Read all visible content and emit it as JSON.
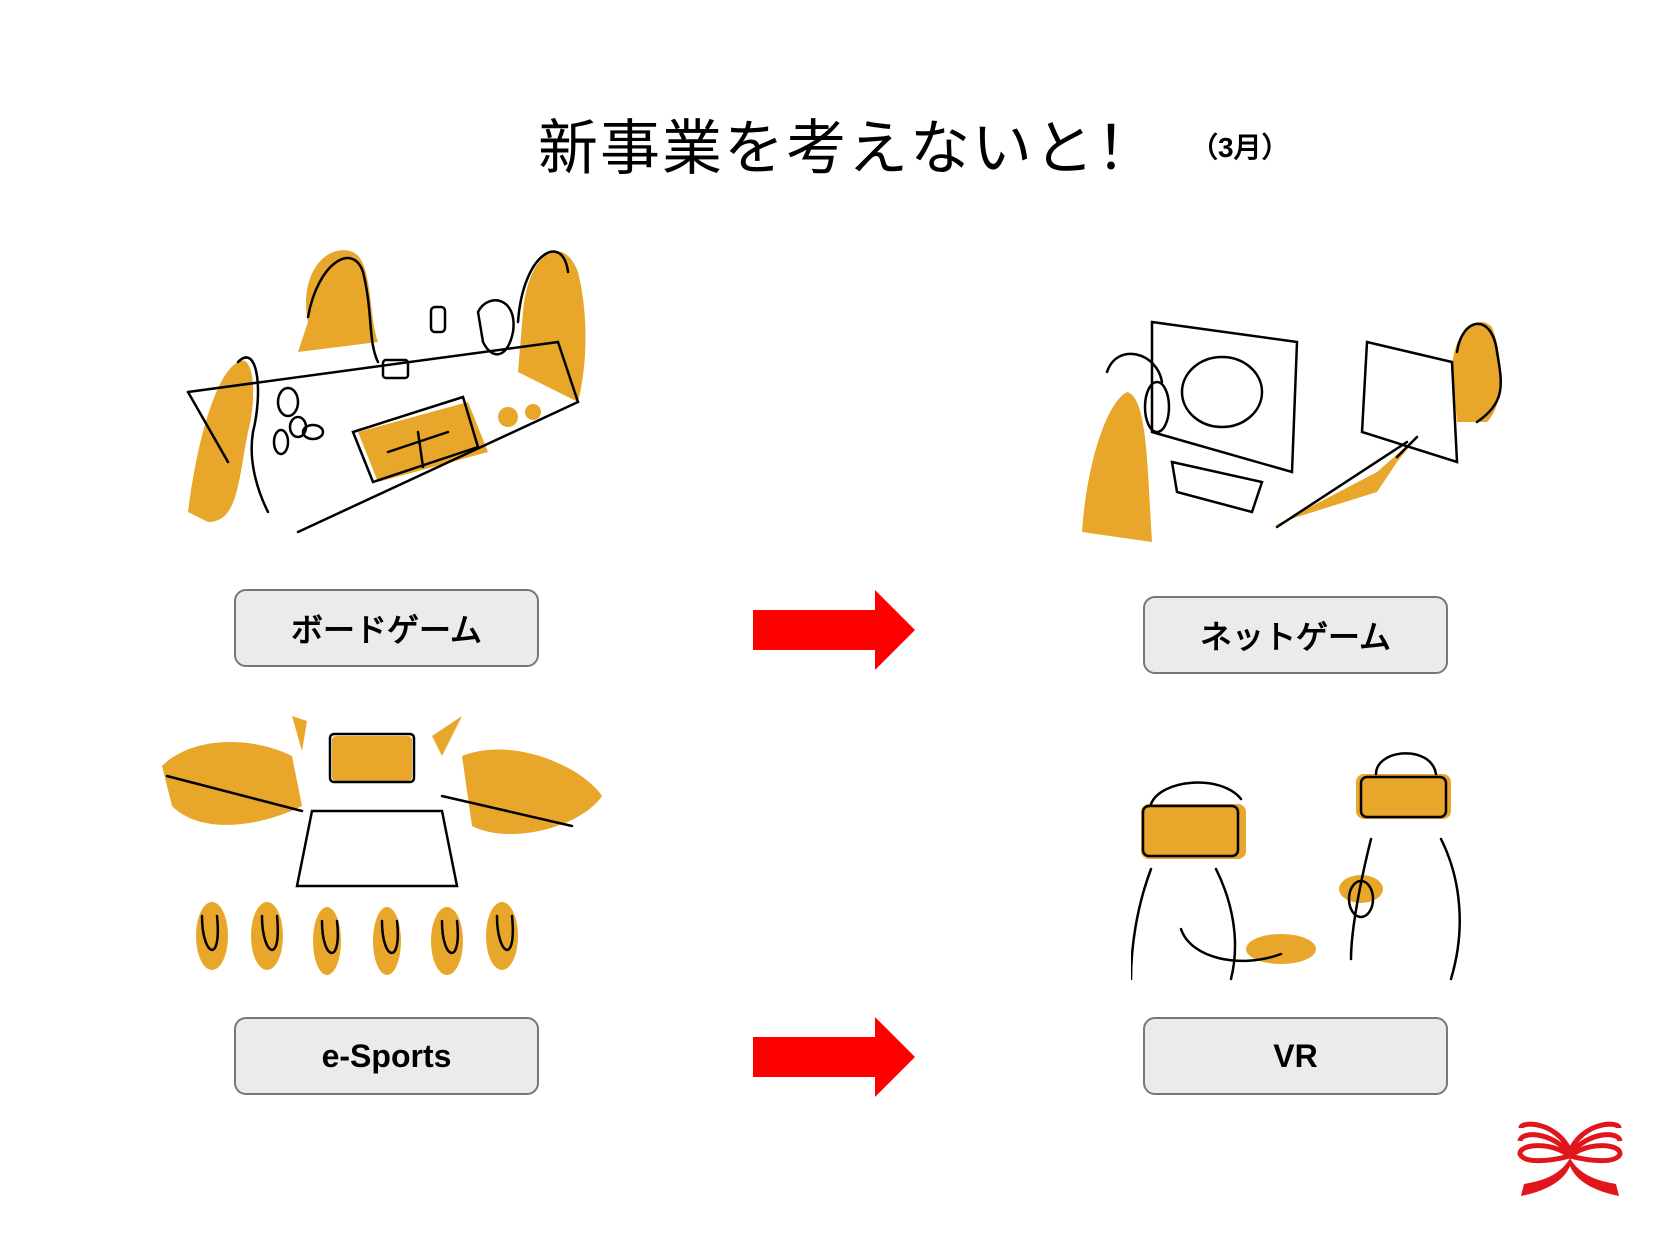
{
  "slide": {
    "title": "新事業を考えないと！",
    "month": "（3月）"
  },
  "labels": {
    "board_game": "ボードゲーム",
    "net_game": "ネットゲーム",
    "esports": "e-Sports",
    "vr": "VR"
  },
  "colors": {
    "accent_orange": "#E8A72A",
    "arrow_red": "#FF0000",
    "bow_red": "#E0161C",
    "button_bg": "#EBEBEB"
  }
}
